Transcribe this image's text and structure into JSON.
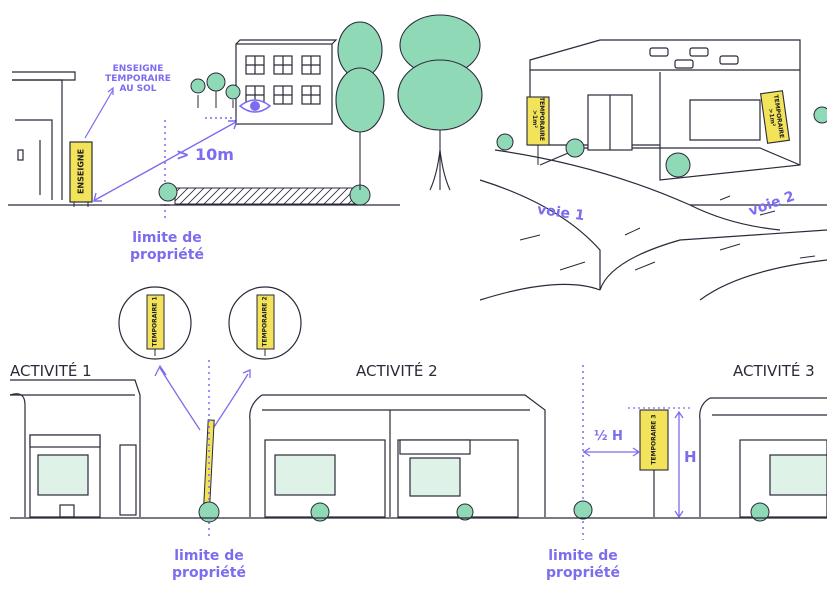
{
  "colors": {
    "accent": "#7b6cf0",
    "sign_yellow": "#f2e35a",
    "shrub_green": "#8fd9b6",
    "line": "#2a2a3a"
  },
  "labels": {
    "ground_sign_callout": "ENSEIGNE\nTEMPORAIRE\nAU SOL",
    "sign_top_left": "ENSEIGNE",
    "distance": "> 10m",
    "property_limit_top": "limite de\npropriété",
    "road_1": "voie 1",
    "road_2": "voie 2",
    "temp_sign_corner": "TEMPORAIRE\n>1m²",
    "activity_1": "ACTIVITÉ 1",
    "activity_2": "ACTIVITÉ 2",
    "activity_3": "ACTIVITÉ 3",
    "temp_1": "TEMPORAIRE 1",
    "temp_2": "TEMPORAIRE 2",
    "temp_3": "TEMPORAIRE 3",
    "half_h": "½ H",
    "h": "H",
    "property_limit_bottom_left": "limite de\npropriété",
    "property_limit_bottom_right": "limite de\npropriété"
  }
}
